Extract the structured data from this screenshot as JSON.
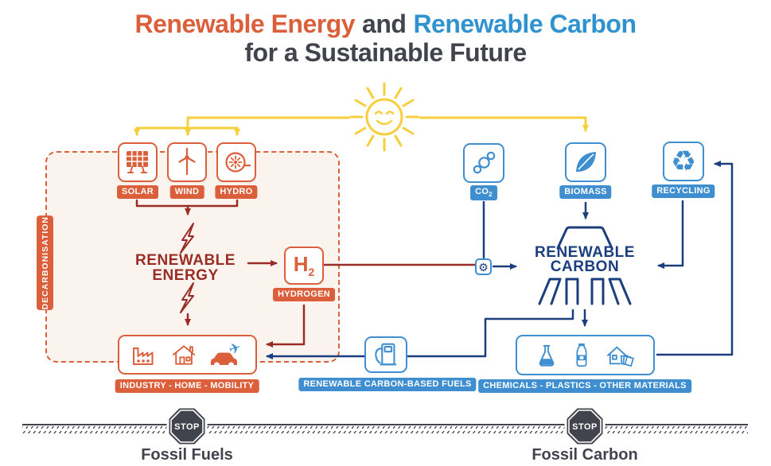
{
  "title": {
    "energy": "Renewable Energy",
    "and": "and",
    "carbon": "Renewable Carbon",
    "line2": "for a Sustainable Future"
  },
  "decarbonisation": {
    "label": "DECARBONISATION"
  },
  "energy_sources": {
    "solar": "SOLAR",
    "wind": "WIND",
    "hydro": "HYDRO"
  },
  "renewable_energy": {
    "line1": "RENEWABLE",
    "line2": "ENERGY"
  },
  "hydrogen": {
    "symbol": "H",
    "sub": "2",
    "label": "HYDROGEN"
  },
  "carbon_inputs": {
    "co2": "CO",
    "co2_sub": "2",
    "biomass": "BIOMASS",
    "recycling": "RECYCLING"
  },
  "renewable_carbon": {
    "line1": "RENEWABLE",
    "line2": "CARBON"
  },
  "outputs": {
    "industry": "INDUSTRY - HOME - MOBILITY",
    "fuels": "RENEWABLE CARBON-BASED FUELS",
    "chemicals": "CHEMICALS - PLASTICS - OTHER MATERIALS"
  },
  "bottom": {
    "stop_left": "STOP",
    "stop_right": "STOP",
    "fossil_fuels": "Fossil Fuels",
    "fossil_carbon": "Fossil Carbon"
  },
  "icons": {
    "recycle": "♻",
    "gear": "⚙",
    "plane": "✈"
  },
  "colors": {
    "orange": "#DC5F3C",
    "dark_red": "#9A2C25",
    "yellow": "#F7CE3C",
    "blue": "#3E8ED0",
    "navy": "#1B3E7F",
    "dark_gray": "#42444D",
    "cream": "#FBF4EE"
  }
}
